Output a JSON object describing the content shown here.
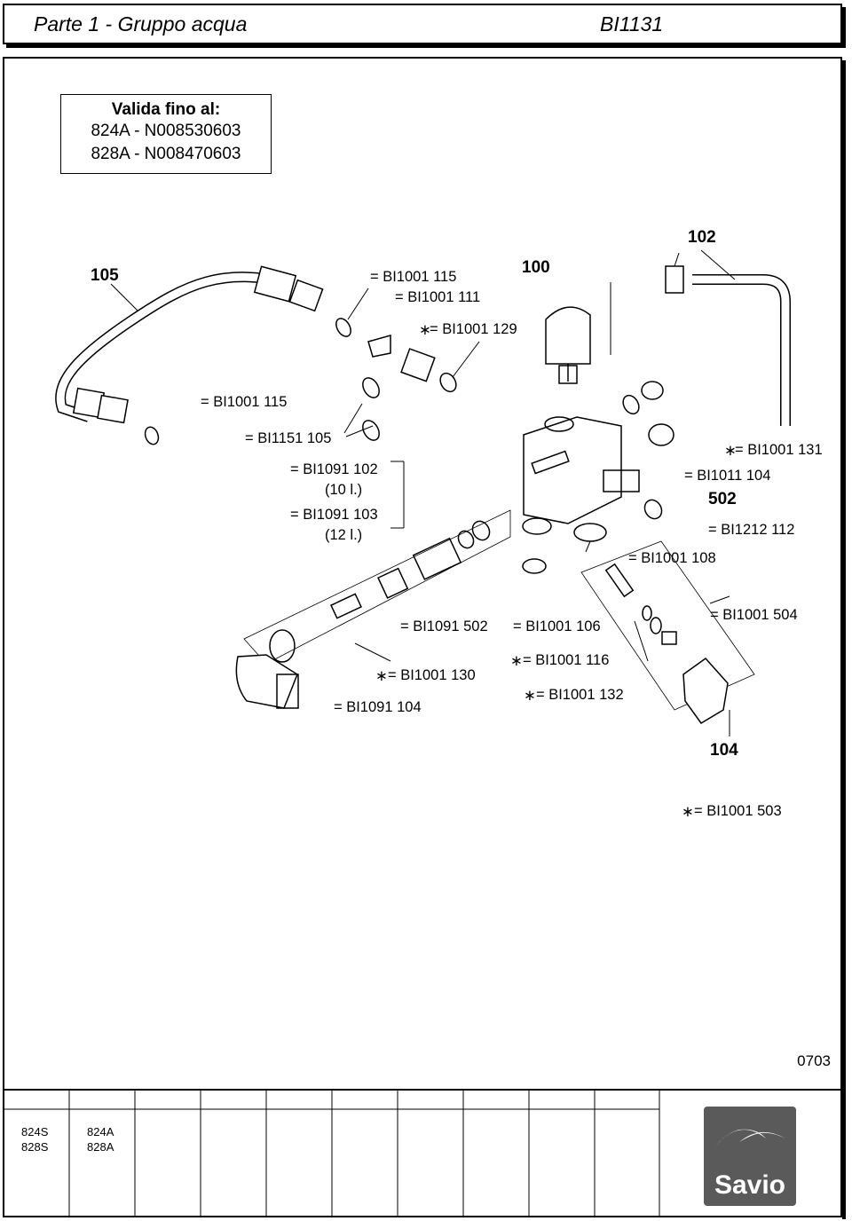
{
  "header": {
    "title": "Parte 1 - Gruppo acqua",
    "code": "BI1131"
  },
  "validity": {
    "title": "Valida fino al:",
    "lines": [
      "824A - N008530603",
      "828A - N008470603"
    ]
  },
  "part_numbers": {
    "p105": "105",
    "p100": "100",
    "p102": "102",
    "p502": "502",
    "p104": "104"
  },
  "labels": {
    "l1": "= BI1001 115",
    "l2": "= BI1001 111",
    "l3": "= BI1001 129",
    "l4": "= BI1001 115",
    "l5": "= BI1151 105",
    "l6": "= BI1091 102",
    "l6b": "(10 l.)",
    "l7": "= BI1091 103",
    "l7b": "(12 l.)",
    "l8": "= BI1001 131",
    "l9": "= BI1011 104",
    "l10": "= BI1212 112",
    "l11": "= BI1001 108",
    "l12": "= BI1091 502",
    "l13": "= BI1001 106",
    "l14": "= BI1001 504",
    "l15": "= BI1001 130",
    "l16": "= BI1001 116",
    "l17": "= BI1091 104",
    "l18": "= BI1001 132",
    "l19": "= BI1001 503"
  },
  "star": "∗",
  "revision": "0703",
  "footer": {
    "models_col1": [
      "824S",
      "828S"
    ],
    "models_col2": [
      "824A",
      "828A"
    ],
    "logo": "Savio"
  },
  "colors": {
    "line": "#000000",
    "logo_bg": "#5a5a5a"
  }
}
